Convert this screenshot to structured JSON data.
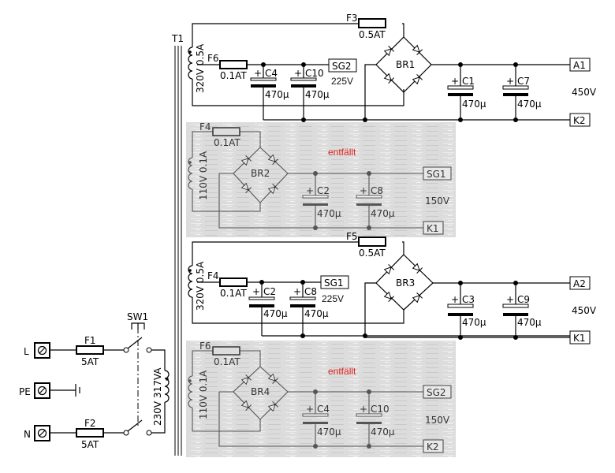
{
  "schematic": {
    "transformer": {
      "label": "T1",
      "primary": "230V 317VA"
    },
    "mains": {
      "terminals": [
        "L",
        "PE",
        "N"
      ],
      "fuses": [
        {
          "ref": "F1",
          "value": "5AT"
        },
        {
          "ref": "F2",
          "value": "5AT"
        }
      ],
      "switch": "SW1"
    },
    "sections": [
      {
        "winding": "320V 0.5A",
        "fuse_main": {
          "ref": "F3",
          "value": "0.5AT"
        },
        "fuse_sg": {
          "ref": "F6",
          "value": "0.1AT"
        },
        "caps_sg": [
          {
            "ref": "C4",
            "value": "470µ"
          },
          {
            "ref": "C10",
            "value": "470µ"
          }
        ],
        "sg_label": "SG2",
        "sg_voltage": "225V",
        "bridge": "BR1",
        "caps_main": [
          {
            "ref": "C1",
            "value": "470µ"
          },
          {
            "ref": "C7",
            "value": "470µ"
          }
        ],
        "out_a": "A1",
        "out_k": "K2",
        "voltage": "450V"
      },
      {
        "winding": "110V 0.1A",
        "fuse": {
          "ref": "F4",
          "value": "0.1AT"
        },
        "bridge": "BR2",
        "note": "entfällt",
        "caps": [
          {
            "ref": "C2",
            "value": "470µ"
          },
          {
            "ref": "C8",
            "value": "470µ"
          }
        ],
        "out_sg": "SG1",
        "out_k": "K1",
        "voltage": "150V"
      },
      {
        "winding": "320V 0.5A",
        "fuse_main": {
          "ref": "F5",
          "value": "0.5AT"
        },
        "fuse_sg": {
          "ref": "F4",
          "value": "0.1AT"
        },
        "caps_sg": [
          {
            "ref": "C2",
            "value": "470µ"
          },
          {
            "ref": "C8",
            "value": "470µ"
          }
        ],
        "sg_label": "SG1",
        "sg_voltage": "225V",
        "bridge": "BR3",
        "caps_main": [
          {
            "ref": "C3",
            "value": "470µ"
          },
          {
            "ref": "C9",
            "value": "470µ"
          }
        ],
        "out_a": "A2",
        "out_k": "K1",
        "voltage": "450V"
      },
      {
        "winding": "110V 0.1A",
        "fuse": {
          "ref": "F6",
          "value": "0.1AT"
        },
        "bridge": "BR4",
        "note": "entfällt",
        "caps": [
          {
            "ref": "C4",
            "value": "470µ"
          },
          {
            "ref": "C10",
            "value": "470µ"
          }
        ],
        "out_sg": "SG2",
        "out_k": "K2",
        "voltage": "150V"
      }
    ],
    "plus": "+",
    "colors": {
      "note": "#e0201e",
      "struck_bg": "#d8d8d8"
    }
  }
}
